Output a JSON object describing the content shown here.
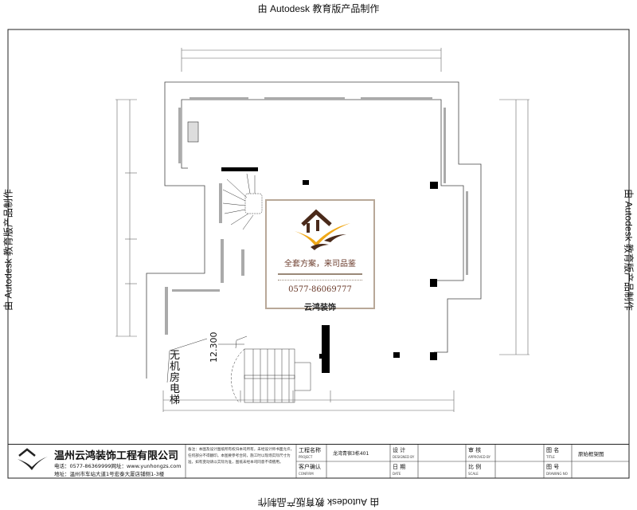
{
  "watermark": "由 Autodesk 教育版产品制作",
  "plan": {
    "elevator_label": "无机房电梯",
    "elevation_mark": "12.300"
  },
  "badge": {
    "slogan": "全套方案，来司品鉴",
    "phone": "0577-86069777",
    "brand": "云鸿装饰",
    "colors": {
      "brown": "#4a2a1a",
      "gold": "#f0a818",
      "frame": "#b8a898"
    }
  },
  "title_block": {
    "company": "温州云鸿装饰工程有限公司",
    "contact": "电话：0577-86369999网址：www.yunhongzs.com",
    "address": "地址：温州市车站大道1号宏泰大厦店铺侧1-3楼",
    "notes": "备注：本图及设计图纸所有权归本司所有，未经设计师书面允许，任何部分不得翻印。本图要参考合同，施工时以现场实际尺寸为准，如有变动请以实际为准，图纸未经本司同意不得擅用。",
    "project_label": "工程名称",
    "project_label_en": "PROJECT",
    "project_value": "龙湾青宿3栋401",
    "client_label": "客户确认",
    "client_label_en": "CONFIRM",
    "design_label": "设 计",
    "design_label_en": "DESIGNED BY",
    "date_label": "日 期",
    "date_label_en": "DATE",
    "check_label": "审 核",
    "check_label_en": "APPROVED BY",
    "scale_label": "比 例",
    "scale_label_en": "SCALE",
    "name_label": "图 名",
    "name_label_en": "TITLE",
    "name_value": "原始框架图",
    "number_label": "图 号",
    "number_label_en": "DRAWING NO"
  }
}
